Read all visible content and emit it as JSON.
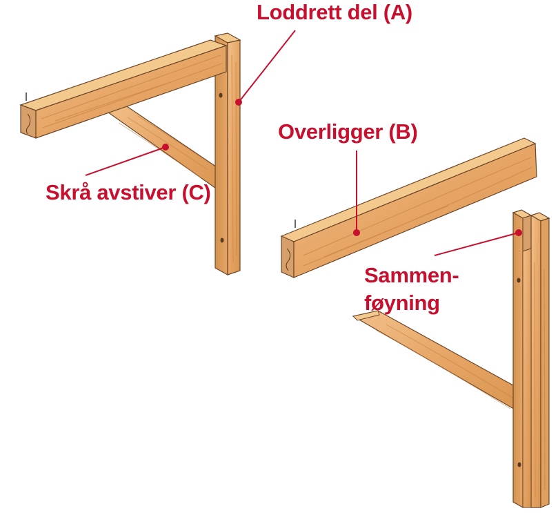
{
  "labels": {
    "vertical_a": "Loddrett del (A)",
    "top_b": "Overligger (B)",
    "brace_c": "Skrå avstiver (C)",
    "joint_line1": "Sammen-",
    "joint_line2": "føyning"
  },
  "colors": {
    "label": "#c8102e",
    "wood_face": "#e8a868",
    "wood_top": "#f4c98e",
    "wood_side": "#c98a4e",
    "shadow": "#8c7a9a",
    "outline": "#5a3a22"
  }
}
